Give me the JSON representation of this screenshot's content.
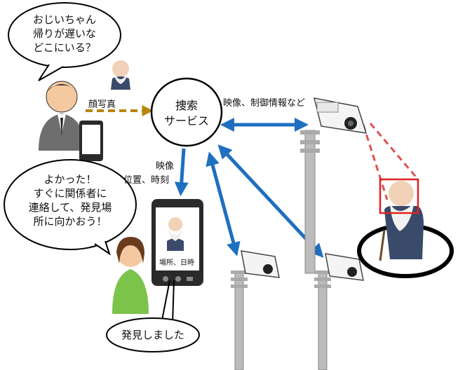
{
  "speech_top": {
    "lines": [
      "おじいちゃん",
      "帰りが遅いな",
      "どこにいる？"
    ]
  },
  "speech_relief": {
    "lines": [
      "よかった！",
      "すぐに関係者に",
      "連絡して、発見場",
      "所に向かおう！"
    ]
  },
  "speech_found": "発見しました",
  "search_service": [
    "捜索",
    "サービス"
  ],
  "labels": {
    "face_photo": "顔写真",
    "video_control": "映像、制御情報など",
    "video": "映像",
    "location_time": "位置、時刻",
    "phone_screen": "場所、日時"
  },
  "colors": {
    "blue_arrow": "#1f6fbf",
    "dashed_arrow": "#b8860b",
    "camera_ray": "#e05050",
    "detect_box": "#e02020"
  }
}
